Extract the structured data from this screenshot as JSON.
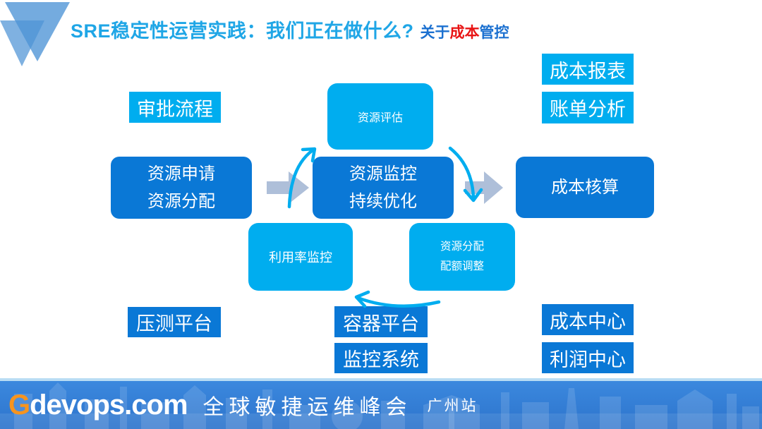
{
  "header": {
    "title_main": "SRE稳定性运营实践：我们正在做什么?",
    "sub_prefix": "关于",
    "sub_highlight": "成本",
    "sub_suffix": "管控"
  },
  "labels": {
    "approval_flow": "审批流程",
    "cost_report": "成本报表",
    "bill_analysis": "账单分析",
    "stress_platform": "压测平台",
    "container_platform": "容器平台",
    "monitor_system": "监控系统",
    "cost_center": "成本中心",
    "profit_center": "利润中心"
  },
  "flow": {
    "resource_evaluation": "资源评估",
    "resource_apply_line1": "资源申请",
    "resource_apply_line2": "资源分配",
    "resource_monitor_line1": "资源监控",
    "resource_monitor_line2": "持续优化",
    "cost_accounting": "成本核算",
    "utilization_monitor": "利用率监控",
    "quota_line1": "资源分配",
    "quota_line2": "配额调整"
  },
  "footer": {
    "brand_g": "G",
    "brand_rest": "devops.com",
    "event_name": "全球敏捷运维峰会",
    "event_city": "广州站"
  },
  "colors": {
    "dark_box_blue": "#0a78d6",
    "light_box_cyan": "#00adef",
    "title_cyan": "#1fa6e6",
    "subtitle_blue": "#1b70d0",
    "accent_red": "#e81414",
    "block_arrow_gray": "#aebfd9",
    "curved_arrow_cyan": "#00adef",
    "footer_blue": "#2f7bd4",
    "brand_orange": "#f7941e"
  }
}
